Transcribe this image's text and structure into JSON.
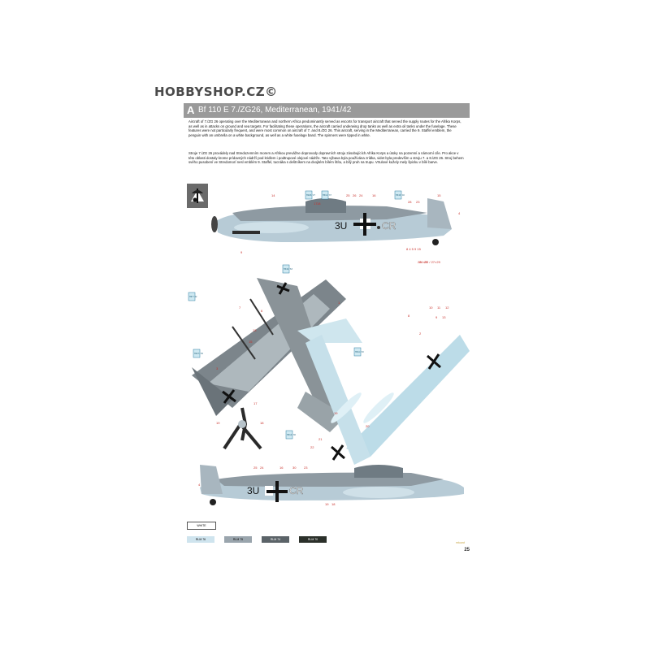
{
  "watermark": "HOBBYSHOP.CZ©",
  "header": {
    "letter": "A",
    "title": "Bf 110 E 7./ZG26, Mediterranean, 1941/42"
  },
  "paragraphs": {
    "english": "Aircraft of 7./ZG 26 operating over the Mediterranean and northern Africa predominantly served as escorts for transport aircraft that served the supply routes for the Afrika Korps, as well as in attacks on ground and sea targets. For facilitating these operations, the aircraft carried underwing drop tanks as well as extra oil tanks under the fuselage. These features were not particularly frequent, and were most common on aircraft of 7. and 8./ZG 26. This aircraft, serving in the Mediterranean, carried the 9. Staffel emblem, the penguin with an umbrella on a white background, as well as a white fuselage band. The spinners were tipped in white.",
    "czech": "Stroje 7./ZG 26 provádely nad Stredozemním morem a Afrikou prevážne doprovody dopravních stroju zásobujících Afrika Korps a útoky na pozemní a námorní cíle. Pro akce v této oblasti dostaly krome prídavných nádrží pod kridlem i podtrupové olejové nádrže. Tato výbava byla používána zrídka, videt byla predevším u stroju 7. a 8./ZG 26. Stroj behem svého pusobení ve Stredomorí nesl emblém 9. Staffel, tucnáka s deštníkem na dvojitém bílém štítu, a bílý pruh na trupu. Vrtulové kužely mely špicku v bílé barve."
  },
  "markings": {
    "code_left": "3U",
    "code_right": "CR",
    "code_left_bottom": "3U",
    "code_right_bottom": "CR"
  },
  "callouts": {
    "top": [
      "14",
      "25",
      "26",
      "24",
      "16",
      "28",
      "23",
      "15",
      "4",
      "9",
      "17",
      "18"
    ],
    "mid": [
      "3",
      "7",
      "13",
      "6",
      "15",
      "19",
      "2",
      "21",
      "22",
      "1",
      "20",
      "10",
      "11",
      "12",
      "8",
      "26",
      "27"
    ],
    "bottom": [
      "4",
      "25",
      "24",
      "16",
      "30",
      "23",
      "19",
      "18"
    ],
    "prop": [
      "19",
      "18",
      "17"
    ],
    "fin_detail": "26×30 / 27×29",
    "tail_stack": [
      "9",
      "13"
    ],
    "top_detail": "8 4 5 9 15"
  },
  "color_codes": {
    "a": "H226 / 27",
    "b": "H314 / 37",
    "c": "H343 / 40",
    "d": "H67 / 62",
    "e": "H342 / 63",
    "f": "H327 / 35",
    "g": "H314 / 36",
    "h": "H311 / 33"
  },
  "swatches": {
    "white": "WHITE",
    "rlm76": "RLM 76",
    "rlm75": "RLM 75",
    "rlm74": "RLM 74",
    "rlm70": "RLM 70"
  },
  "page_number": "25",
  "brand": "eduard"
}
